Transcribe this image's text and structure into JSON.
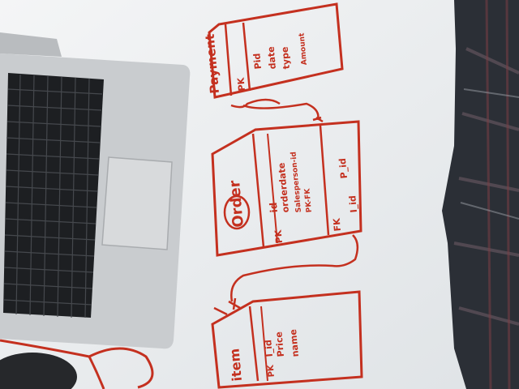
{
  "photo": {
    "subject_colors": {
      "whiteboard": "#f1f3f4",
      "marker": "#c4301f",
      "laptop_body": "#c9cccf",
      "keys": "#1d1f22",
      "cloth_dark": "#2b2f36"
    }
  },
  "entities": {
    "payment": {
      "title": "Payment",
      "key_marker": "PK",
      "attributes": [
        "Pid",
        "date",
        "type",
        "Amount"
      ]
    },
    "order": {
      "title": "Order",
      "key_marker": "PK",
      "attributes": [
        "id",
        "orderdate",
        "Salesperson-id",
        "PK-FK"
      ],
      "fk_marker": "FK",
      "fk_attributes": [
        "P_id",
        "I_id"
      ]
    },
    "item": {
      "title": "item",
      "key_marker": "PK",
      "attributes": [
        "I_id",
        "Price",
        "name"
      ]
    }
  }
}
